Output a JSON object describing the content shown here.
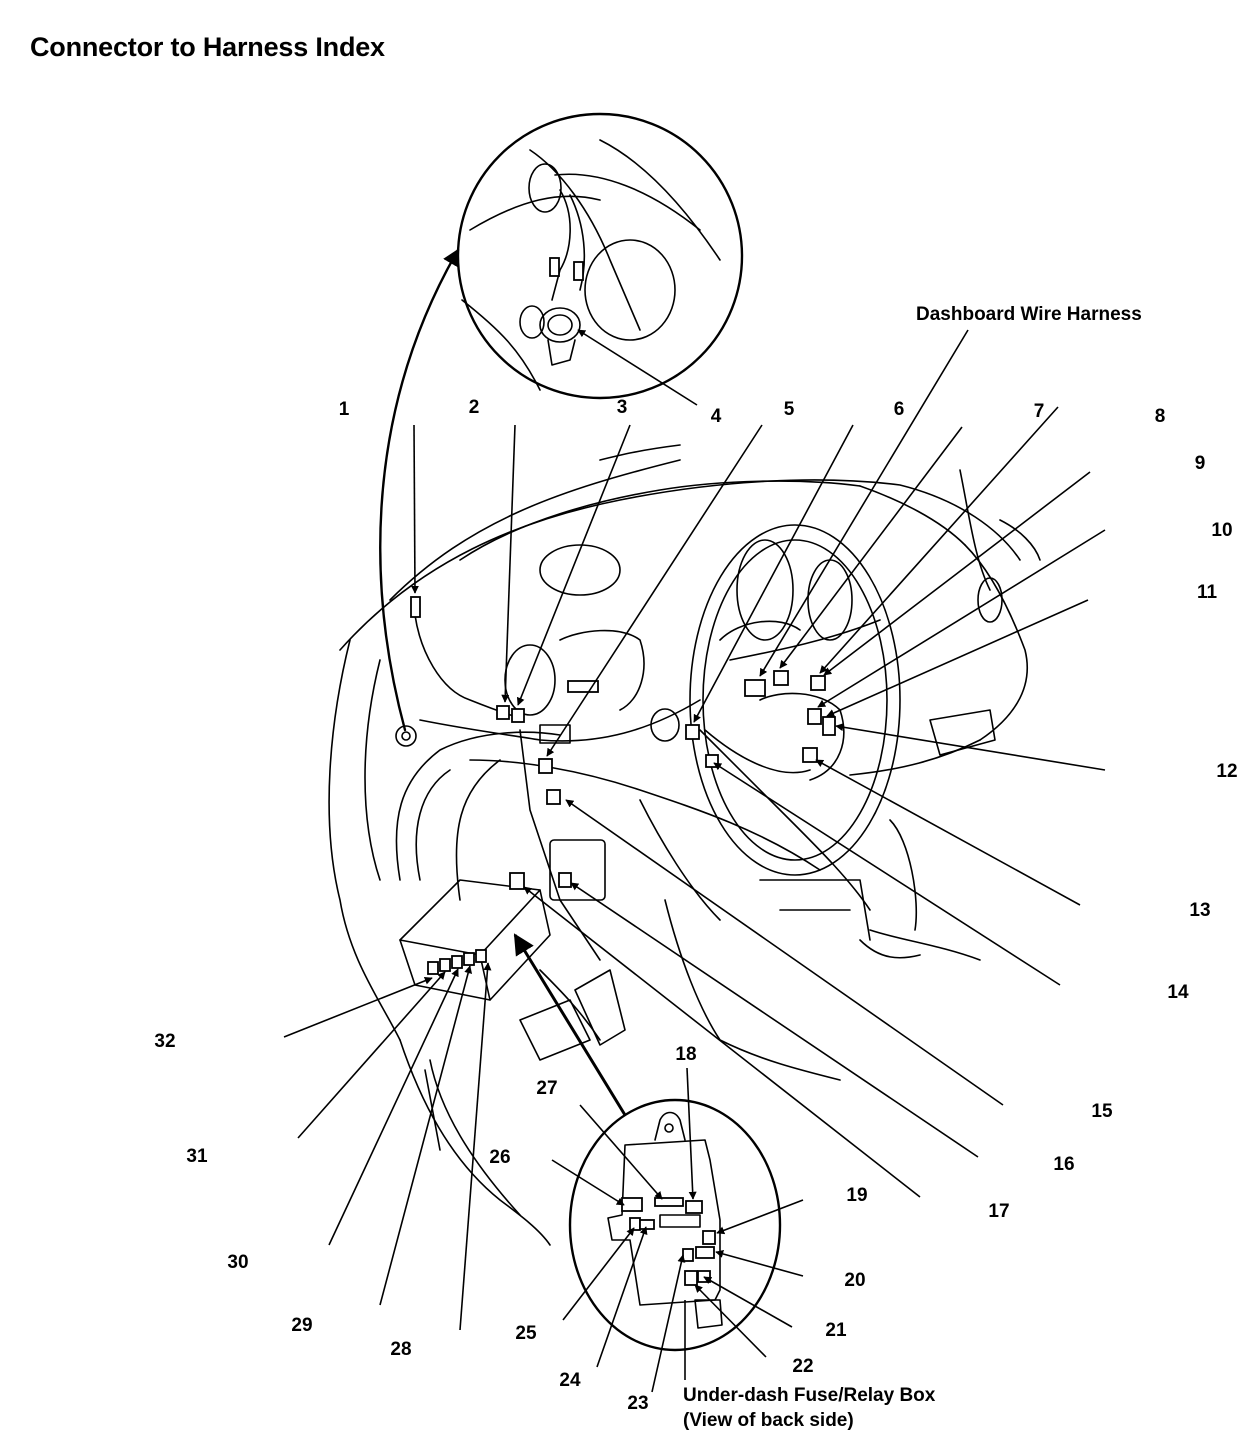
{
  "title": "Connector to Harness Index",
  "captions": {
    "dashboard_harness": "Dashboard Wire Harness",
    "fuse_box_line1": "Under-dash Fuse/Relay Box",
    "fuse_box_line2": "(View of back side)"
  },
  "callouts": [
    "1",
    "2",
    "3",
    "4",
    "5",
    "6",
    "7",
    "8",
    "9",
    "10",
    "11",
    "12",
    "13",
    "14",
    "15",
    "16",
    "17",
    "18",
    "19",
    "20",
    "21",
    "22",
    "23",
    "24",
    "25",
    "26",
    "27",
    "28",
    "29",
    "30",
    "31",
    "32"
  ]
}
